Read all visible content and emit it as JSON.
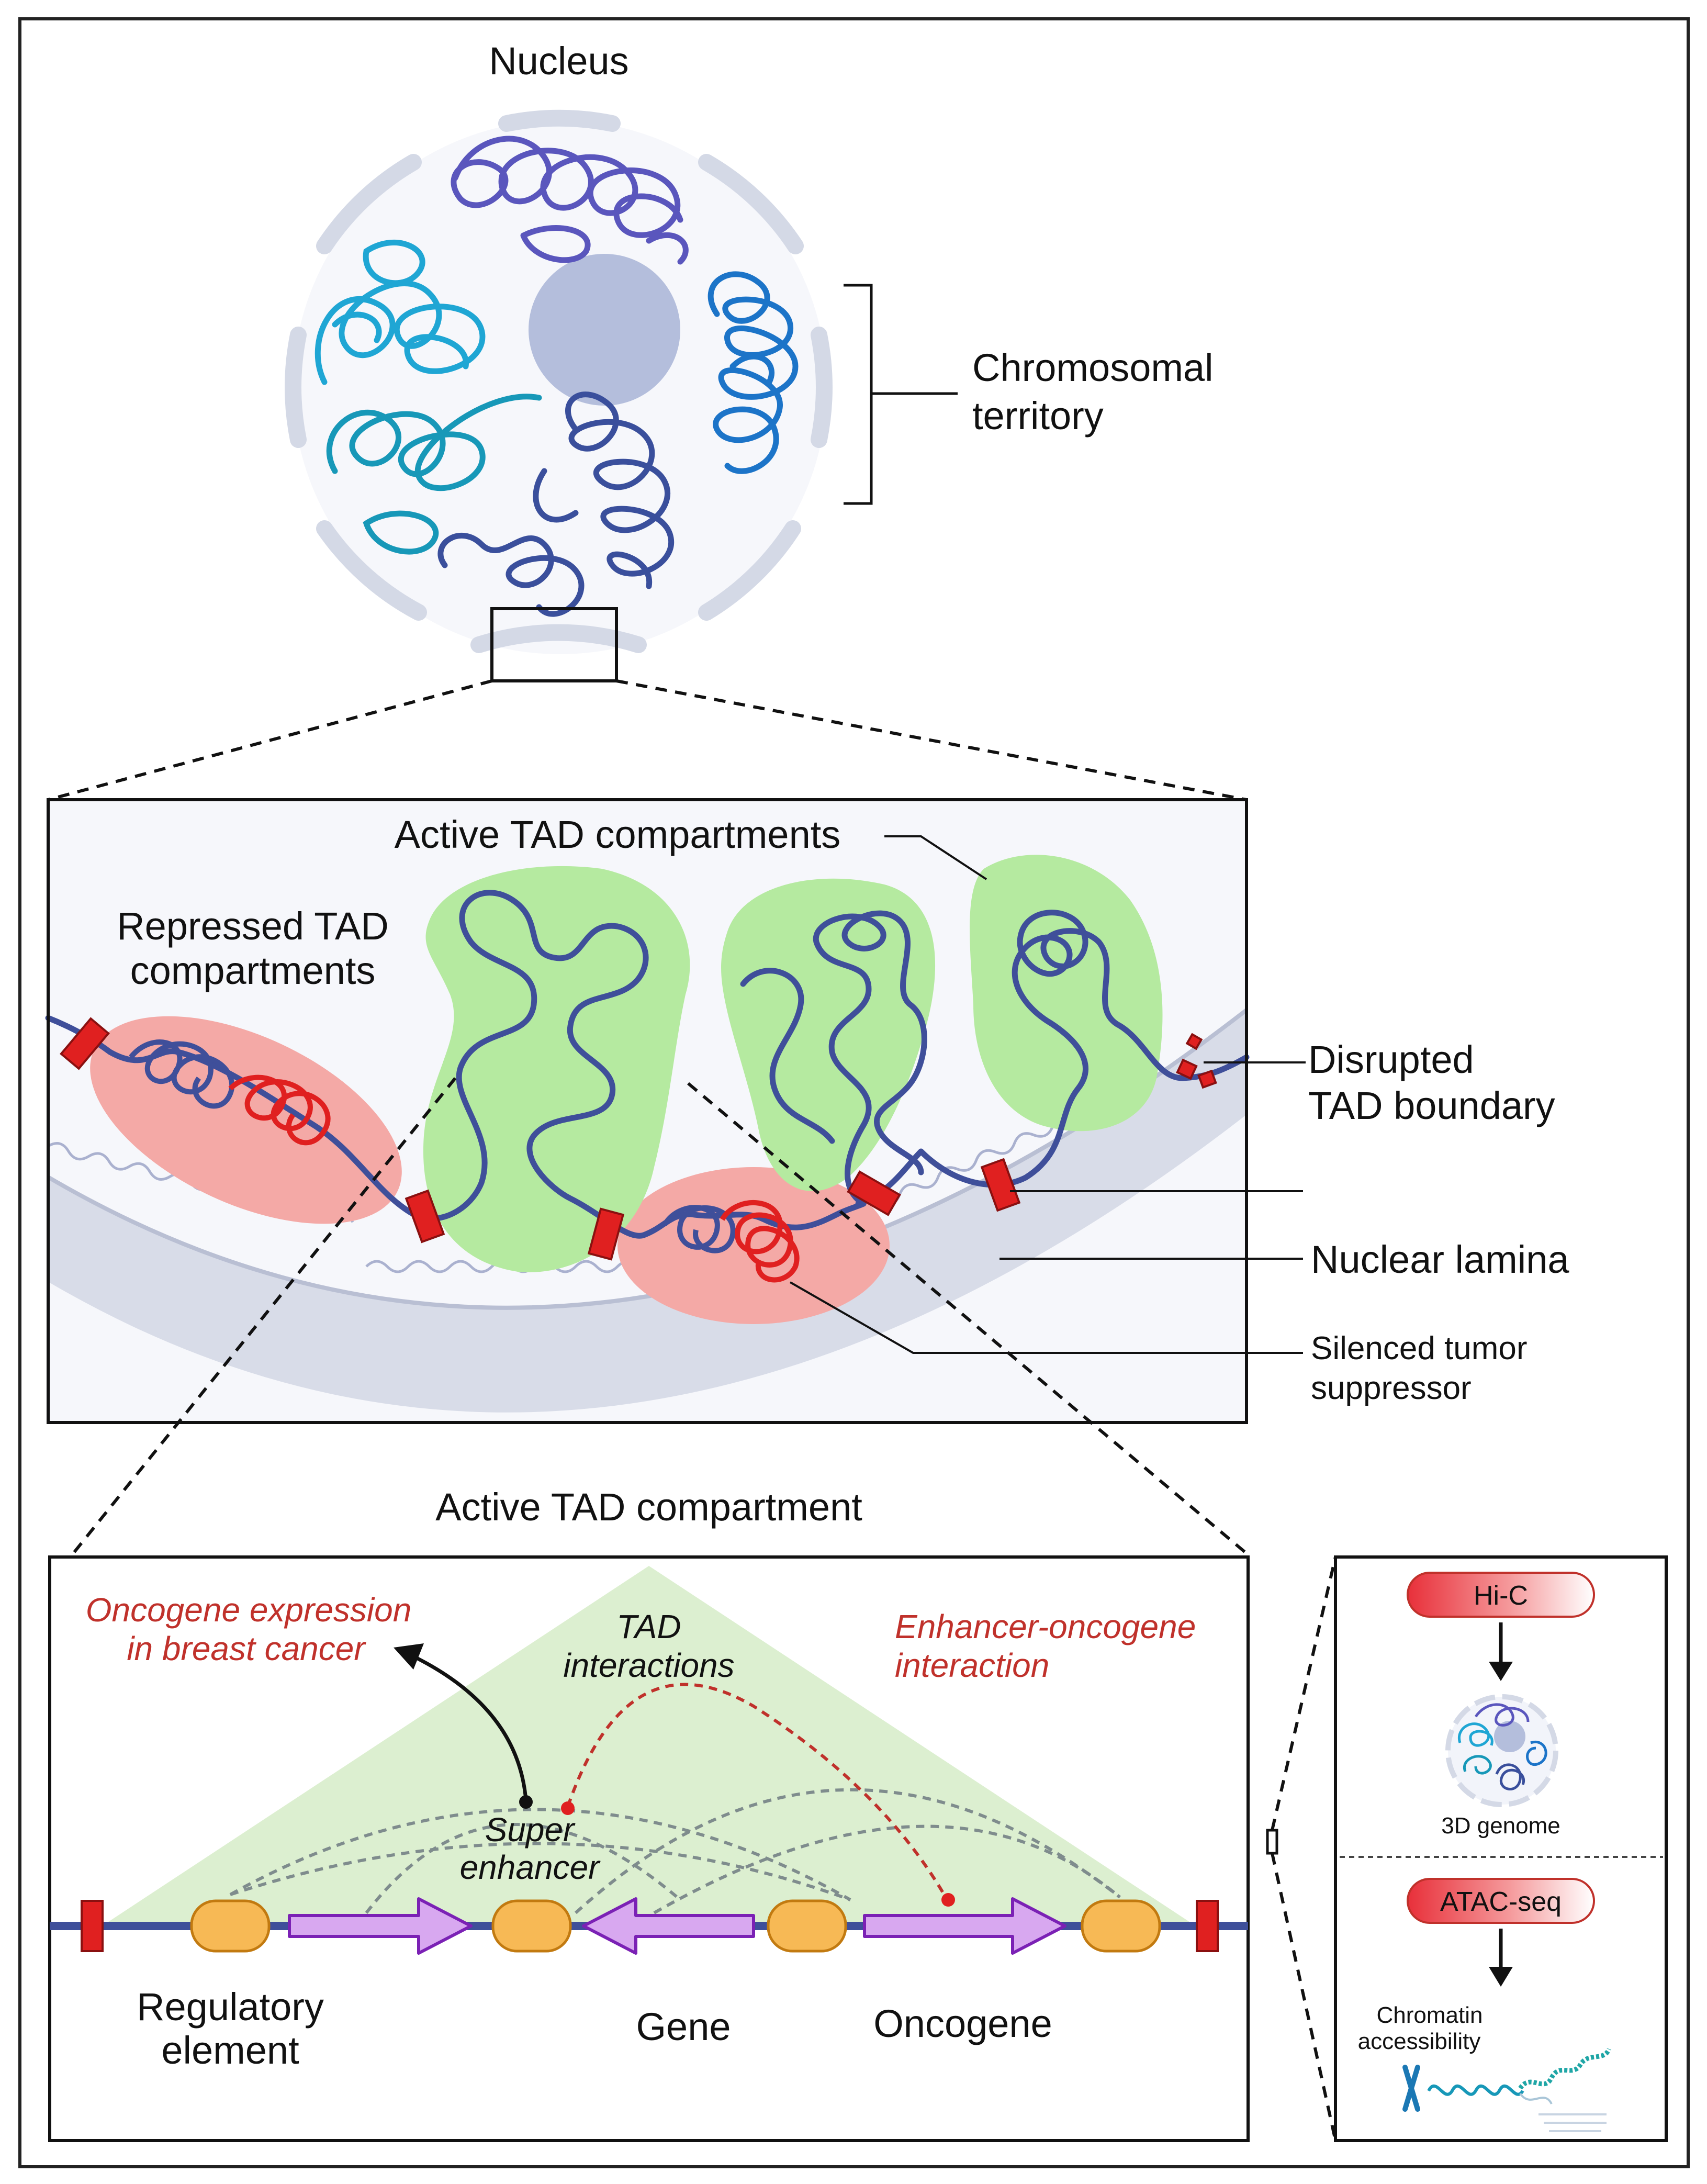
{
  "nucleus": {
    "title": "Nucleus",
    "territory_label": [
      "Chromosomal",
      "territory"
    ]
  },
  "tad_panel": {
    "active_label": "Active TAD compartments",
    "repressed_label": [
      "Repressed TAD",
      "compartments"
    ],
    "disrupted_label": [
      "Disrupted",
      "TAD boundary"
    ],
    "lamina_label": "Nuclear lamina",
    "silenced_label": [
      "Silenced tumor",
      "suppressor"
    ]
  },
  "compartment_panel": {
    "title": "Active TAD compartment",
    "oncogene_expression": [
      "Oncogene expression",
      "in breast cancer"
    ],
    "tad_interactions": [
      "TAD",
      "interactions"
    ],
    "enhancer_oncogene": [
      "Enhancer-oncogene",
      "interaction"
    ],
    "super_enhancer": [
      "Super",
      "enhancer"
    ],
    "regulatory_element": [
      "Regulatory",
      "element"
    ],
    "gene": "Gene",
    "oncogene": "Oncogene"
  },
  "methods": {
    "hic": "Hi-C",
    "genome_3d": "3D genome",
    "atac": "ATAC-seq",
    "accessibility": [
      "Chromatin",
      "accessibility"
    ]
  },
  "colors": {
    "chromatin": "#3f4f9a",
    "repressed": "#f4a9a6",
    "active": "#b5eaa0",
    "boundary": "#e02020",
    "gene_arrow": "#d8a8f0",
    "element": "#f7b955",
    "lamina": "#c9cee0"
  }
}
